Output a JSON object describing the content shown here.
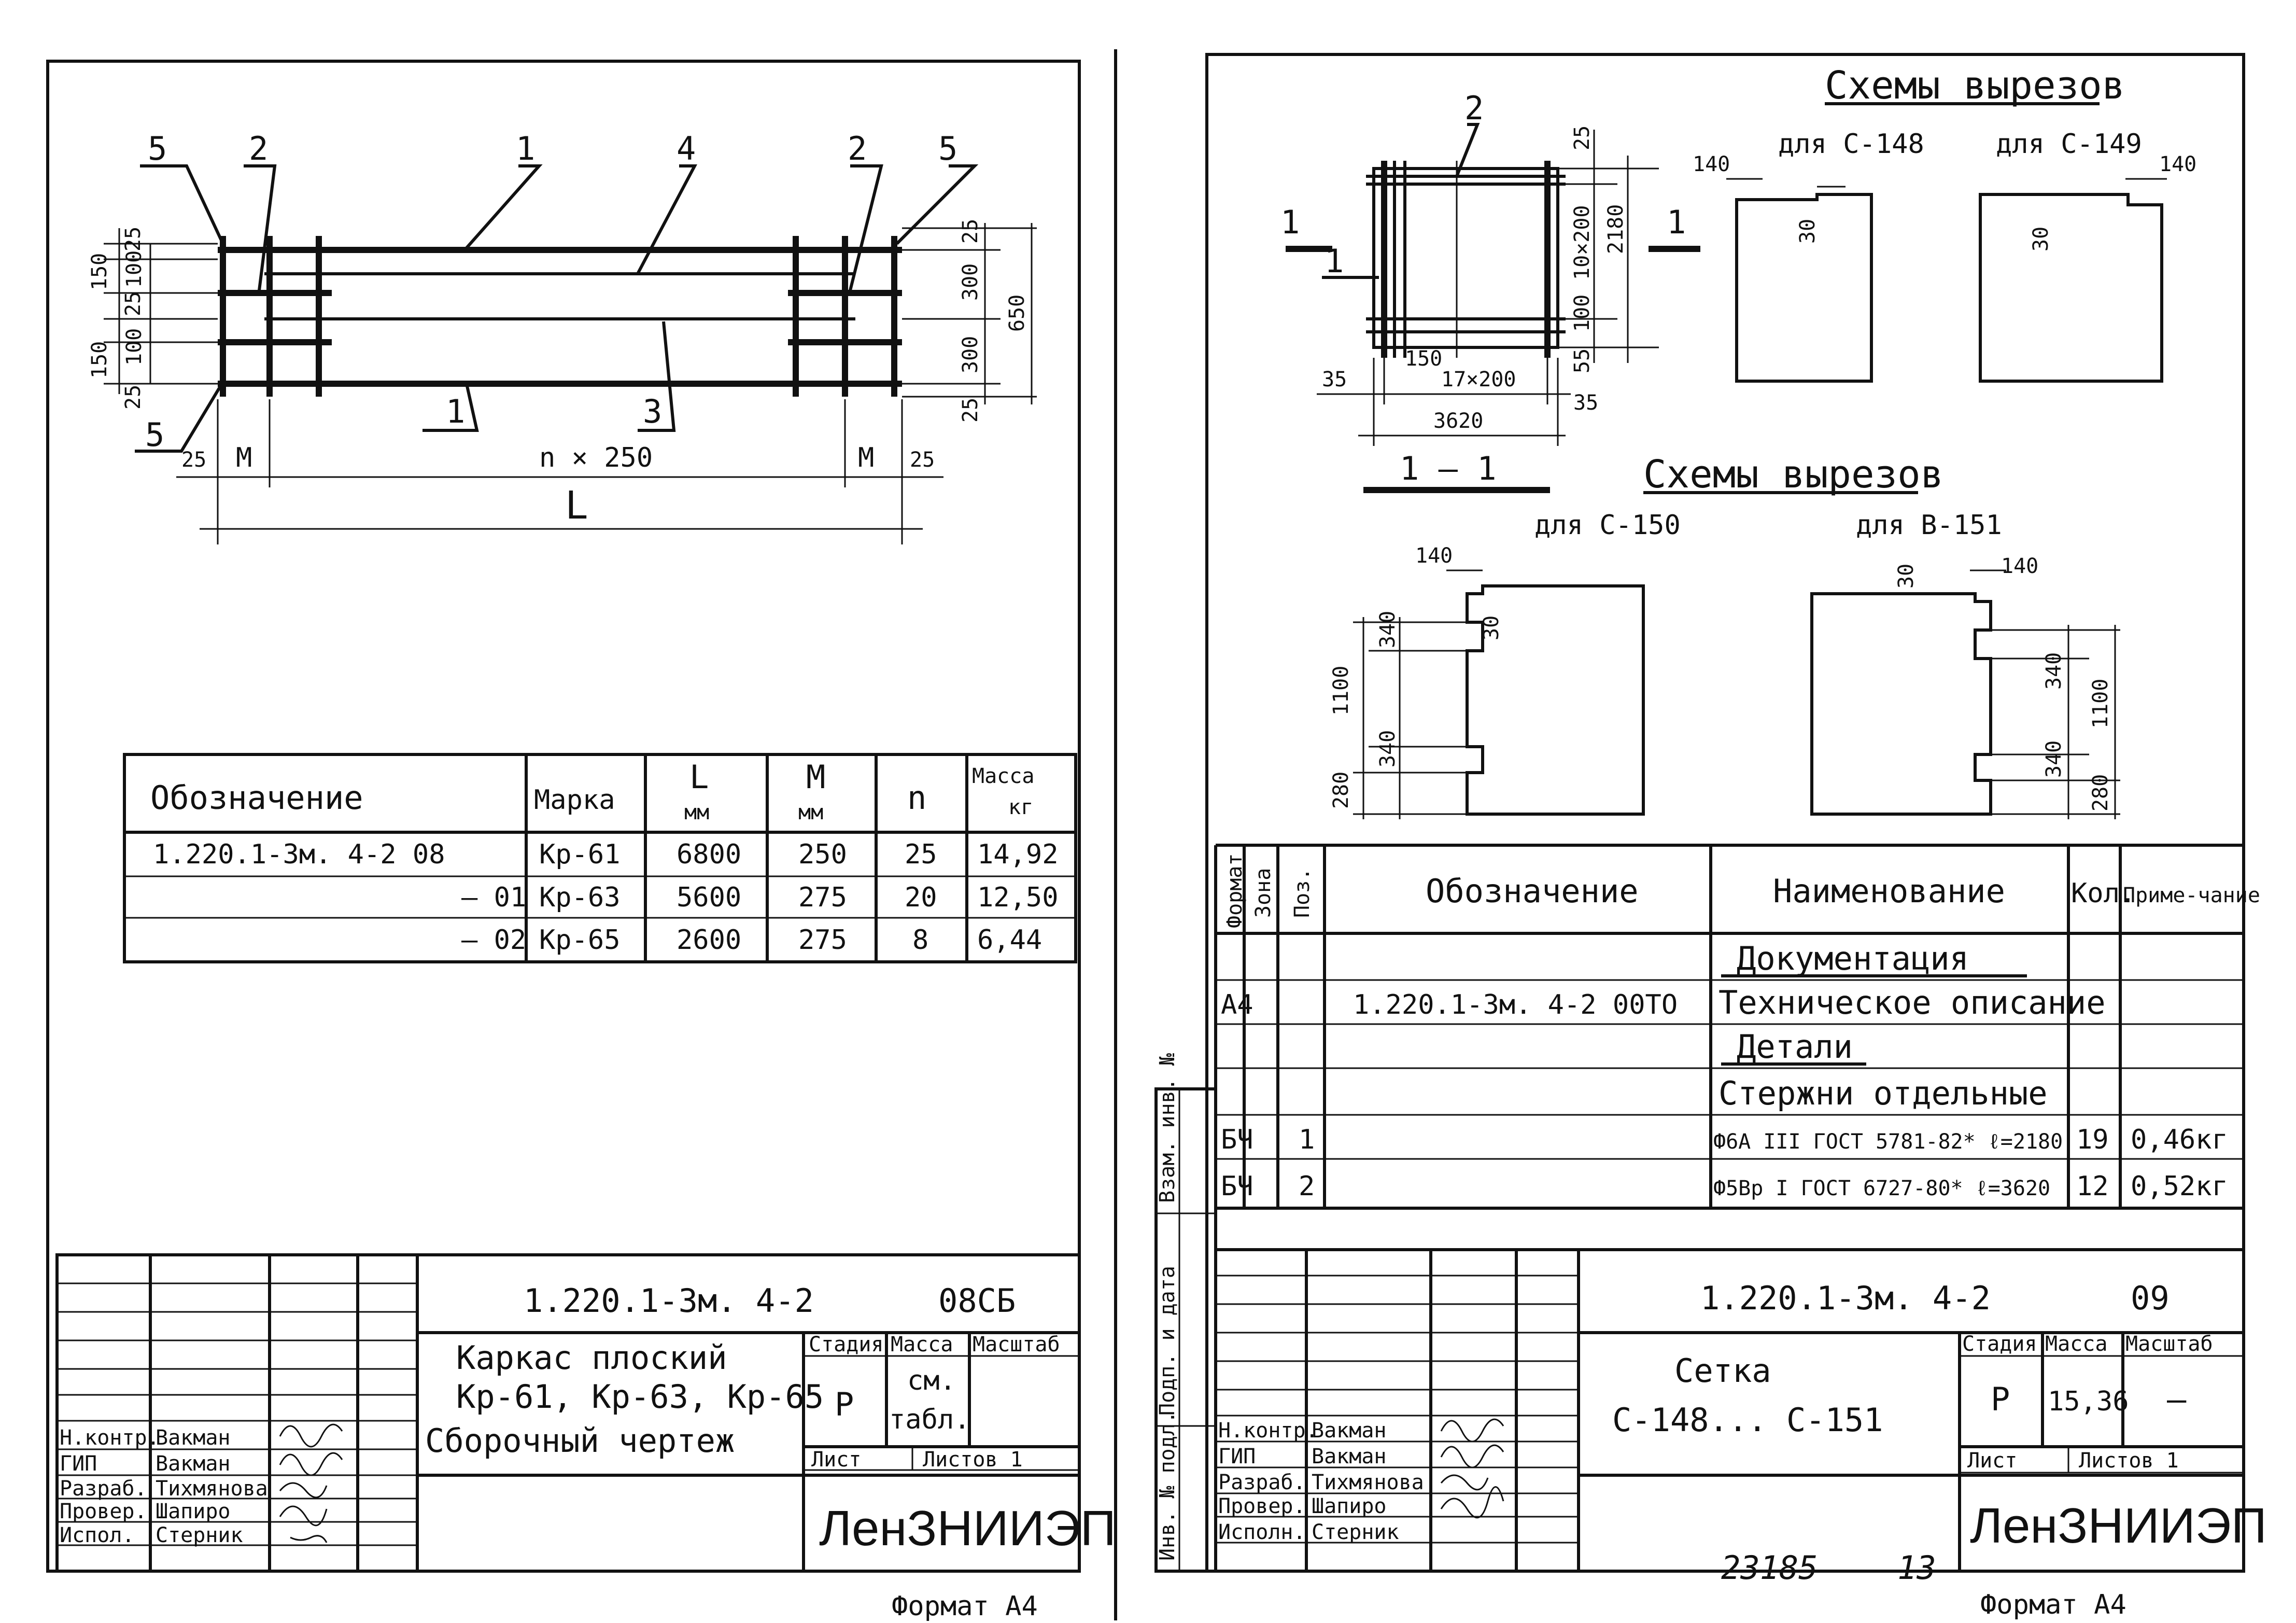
{
  "left_sheet": {
    "callouts": [
      "5",
      "2",
      "1",
      "4",
      "2",
      "5",
      "5",
      "1",
      "3"
    ],
    "dim_labels": {
      "d25a": "25",
      "d100a": "100",
      "d150a": "150",
      "d25b": "25",
      "d100b": "100",
      "d150b": "150",
      "d25c": "25",
      "r25a": "25",
      "r300a": "300",
      "r650": "650",
      "r300b": "300",
      "r25b": "25",
      "m25l": "25",
      "ml": "M",
      "nx": "n × 250",
      "mr": "M",
      "m25r": "25",
      "L": "L"
    },
    "table": {
      "headers": {
        "designation": "Обозначение",
        "mark": "Марка",
        "L": "L",
        "L_unit": "мм",
        "M": "M",
        "M_unit": "мм",
        "n": "n",
        "mass": "Масса",
        "mass_unit": "кг"
      },
      "rows": [
        {
          "designation": "1.220.1-3м. 4-2 08",
          "mark": "Кр-61",
          "L": "6800",
          "M": "250",
          "n": "25",
          "mass": "14,92"
        },
        {
          "designation": "— 01",
          "mark": "Кр-63",
          "L": "5600",
          "M": "275",
          "n": "20",
          "mass": "12,50"
        },
        {
          "designation": "— 02",
          "mark": "Кр-65",
          "L": "2600",
          "M": "275",
          "n": "8",
          "mass": "6,44"
        }
      ]
    },
    "title_block": {
      "code": "1.220.1-3м. 4-2",
      "code_suffix": "08СБ",
      "title_line1": "Каркас плоский",
      "title_line2": "Кр-61, Кр-63, Кр-65",
      "title_line3": "Сборочный чертеж",
      "stage_label": "Стадия",
      "mass_label": "Масса",
      "scale_label": "Масштаб",
      "stage": "Р",
      "mass_line1": "см.",
      "mass_line2": "табл.",
      "sheet_label": "Лист",
      "sheets_label": "Листов 1",
      "org": "ЛенЗНИИЭП",
      "roles": [
        {
          "role": "Н.контр.",
          "name": "Вакман"
        },
        {
          "role": "ГИП",
          "name": "Вакман"
        },
        {
          "role": "Разраб.",
          "name": "Тихмянова"
        },
        {
          "role": "Провер.",
          "name": "Шапиро"
        },
        {
          "role": "Испол.",
          "name": "Стерник"
        }
      ]
    },
    "format": "Формат А4"
  },
  "right_sheet": {
    "plan": {
      "callout": "2",
      "section_mark": "1",
      "dims": {
        "d25": "25",
        "d10x200": "10×200",
        "d2180": "2180",
        "d100": "100",
        "d55": "55",
        "d35a": "35",
        "d150": "150",
        "d17x200": "17×200",
        "d35b": "35",
        "d3620": "3620"
      },
      "section_label": "1 — 1"
    },
    "cutouts_top": {
      "heading": "Схемы вырезов",
      "left_label": "для С-148",
      "right_label": "для С-149",
      "d140a": "140",
      "d30a": "30",
      "d140b": "140",
      "d30b": "30"
    },
    "cutouts_bottom": {
      "heading": "Схемы вырезов",
      "left_label": "для С-150",
      "right_label": "для В-151",
      "l140": "140",
      "l30": "30",
      "l340a": "340",
      "l1100": "1100",
      "l340b": "340",
      "l280": "280",
      "r140": "140",
      "r30": "30",
      "r340a": "340",
      "r1100": "1100",
      "r340b": "340",
      "r280": "280"
    },
    "spec": {
      "headers": {
        "format": "Формат",
        "zone": "Зона",
        "pos": "Поз.",
        "designation": "Обозначение",
        "name": "Наименование",
        "qty": "Кол.",
        "note": "Приме-чание"
      },
      "rows": [
        {
          "format": "",
          "pos": "",
          "designation": "",
          "name": "Документация",
          "qty": "",
          "note": "",
          "underline": true
        },
        {
          "format": "А4",
          "pos": "",
          "designation": "1.220.1-3м. 4-2 00ТО",
          "name": "Техническое описание",
          "qty": "",
          "note": ""
        },
        {
          "format": "",
          "pos": "",
          "designation": "",
          "name": "Детали",
          "qty": "",
          "note": "",
          "underline": true
        },
        {
          "format": "",
          "pos": "",
          "designation": "",
          "name": "Стержни отдельные",
          "qty": "",
          "note": ""
        },
        {
          "format": "БЧ",
          "pos": "1",
          "designation": "",
          "name": "Ф6А III ГОСТ 5781-82* ℓ=2180",
          "qty": "19",
          "note": "0,46кг"
        },
        {
          "format": "БЧ",
          "pos": "2",
          "designation": "",
          "name": "Ф5Вр I ГОСТ 6727-80* ℓ=3620",
          "qty": "12",
          "note": "0,52кг"
        }
      ]
    },
    "side_labels": [
      "Взам. инв. №",
      "Подп. и дата",
      "Инв. № подл."
    ],
    "title_block": {
      "code": "1.220.1-3м. 4-2",
      "code_suffix": "09",
      "title_line1": "Сетка",
      "title_line2": "С-148... С-151",
      "stage_label": "Стадия",
      "mass_label": "Масса",
      "scale_label": "Масштаб",
      "stage": "Р",
      "mass": "15,36",
      "scale": "—",
      "sheet_label": "Лист",
      "sheets_label": "Листов 1",
      "org": "ЛенЗНИИЭП",
      "roles": [
        {
          "role": "Н.контр.",
          "name": "Вакман"
        },
        {
          "role": "ГИП",
          "name": "Вакман"
        },
        {
          "role": "Разраб.",
          "name": "Тихмянова"
        },
        {
          "role": "Провер.",
          "name": "Шапиро"
        },
        {
          "role": "Исполн.",
          "name": "Стерник"
        }
      ]
    },
    "stamp_number": "23185",
    "page_number": "13",
    "format": "Формат А4"
  }
}
